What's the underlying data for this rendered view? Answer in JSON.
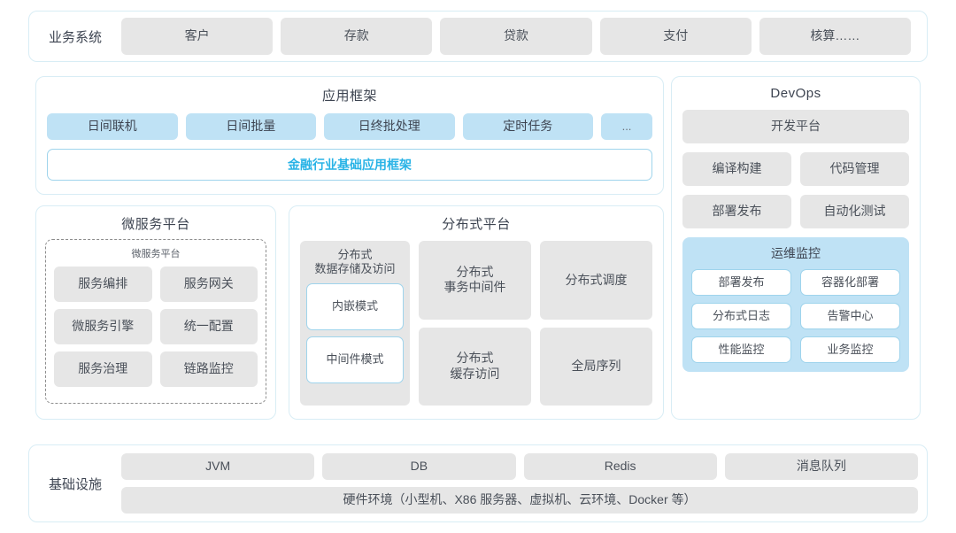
{
  "business_systems": {
    "label": "业务系统",
    "items": [
      "客户",
      "存款",
      "贷款",
      "支付",
      "核算……"
    ]
  },
  "app_framework": {
    "title": "应用框架",
    "items": [
      "日间联机",
      "日间批量",
      "日终批处理",
      "定时任务",
      "..."
    ],
    "base_label": "金融行业基础应用框架",
    "base_color": "#29b3e6"
  },
  "microservice": {
    "title": "微服务平台",
    "sub_title": "微服务平台",
    "items": [
      "服务编排",
      "服务网关",
      "微服务引擎",
      "统一配置",
      "服务治理",
      "链路监控"
    ]
  },
  "distributed": {
    "title": "分布式平台",
    "storage": {
      "label": "分布式\n数据存储及访问",
      "label_line1": "分布式",
      "label_line2": "数据存储及访问",
      "modes": [
        "内嵌模式",
        "中间件模式"
      ]
    },
    "items": [
      {
        "line1": "分布式",
        "line2": "事务中间件"
      },
      {
        "line1": "分布式调度",
        "line2": ""
      },
      {
        "line1": "分布式",
        "line2": "缓存访问"
      },
      {
        "line1": "全局序列",
        "line2": ""
      }
    ]
  },
  "devops": {
    "title": "DevOps",
    "platform": "开发平台",
    "rows": [
      [
        "编译构建",
        "代码管理"
      ],
      [
        "部署发布",
        "自动化测试"
      ]
    ],
    "ops": {
      "title": "运维监控",
      "items": [
        "部署发布",
        "容器化部署",
        "分布式日志",
        "告警中心",
        "性能监控",
        "业务监控"
      ],
      "background": "#bfe2f5"
    }
  },
  "infrastructure": {
    "label": "基础设施",
    "items": [
      "JVM",
      "DB",
      "Redis",
      "消息队列"
    ],
    "hardware": "硬件环境（小型机、X86 服务器、虚拟机、云环境、Docker 等）"
  },
  "colors": {
    "panel_border": "#d8edf5",
    "chip_gray": "#e6e6e6",
    "chip_blue": "#bfe2f5",
    "accent": "#29b3e6",
    "text": "#3d4451"
  }
}
